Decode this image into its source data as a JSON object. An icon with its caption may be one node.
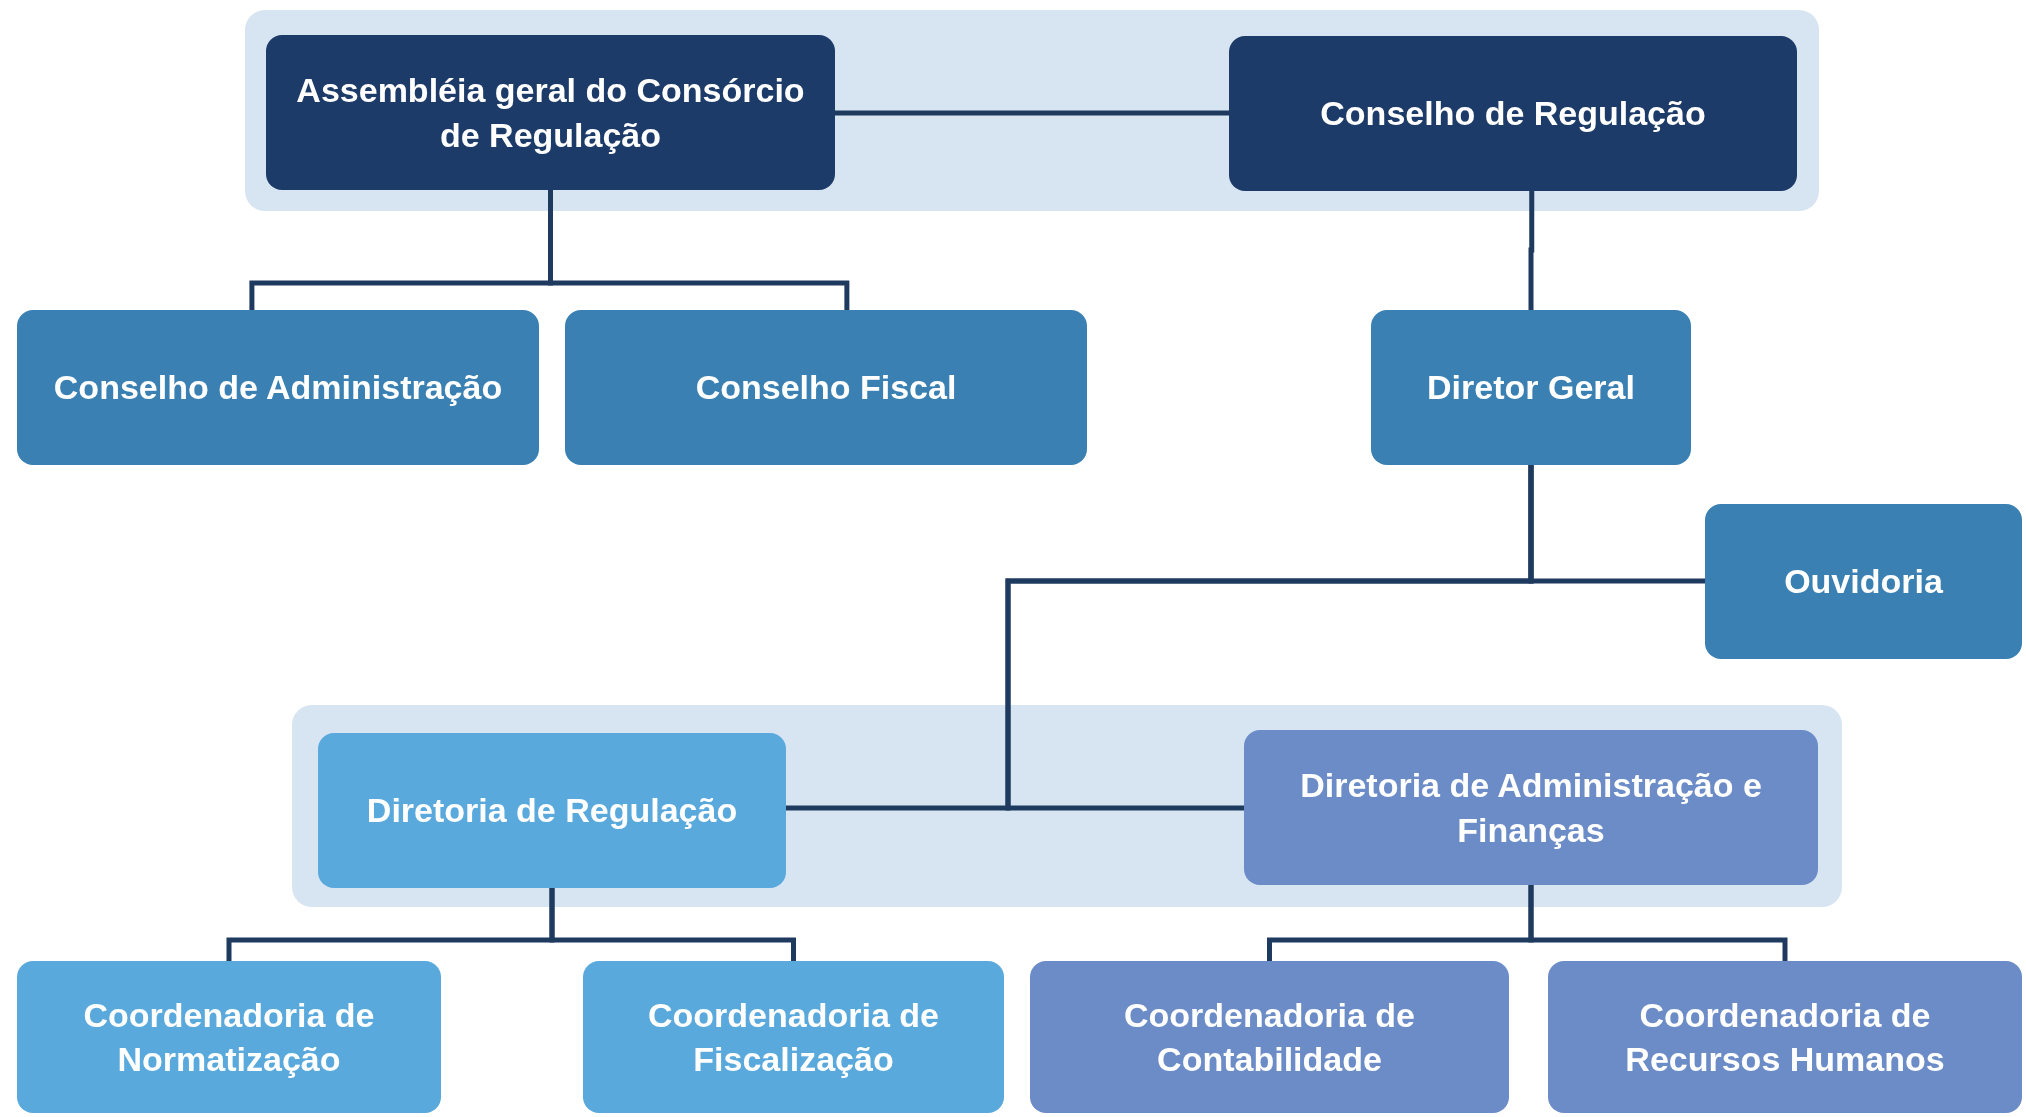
{
  "diagram": {
    "nodes": [
      {
        "text": [],
        "shape": "box"
      },
      {
        "text": [
          "Assembléia geral do Consórcio de Regulação"
        ],
        "in": 0
      },
      {
        "text": [
          "Conselho de Regulação"
        ],
        "in": 0
      },
      {
        "text": [
          "Conselho de Administração"
        ]
      },
      {
        "text": [
          "Conselho Fiscal"
        ]
      },
      {
        "text": [
          "Diretor Geral"
        ]
      },
      {
        "text": [
          "Ouvidoria"
        ]
      },
      {
        "text": [],
        "shape": "box"
      },
      {
        "text": [
          "Diretoria de Regulação"
        ],
        "in": 7
      },
      {
        "text": [
          "Diretoria de Administração e Finanças"
        ],
        "in": 7
      },
      {
        "text": [
          "Coordenadoria de Normatização"
        ]
      },
      {
        "text": [
          "Coordenadoria de Fiscalização"
        ]
      },
      {
        "text": [
          "Coordenadoria de Contabilidade"
        ]
      },
      {
        "text": [
          "Coordenadoria de Recursos Humanos"
        ]
      }
    ],
    "edges": [
      {
        "from": 1,
        "to": 2,
        "arrow": "none"
      },
      {
        "from": 1,
        "to": 3,
        "arrow": "none"
      },
      {
        "from": 1,
        "to": 4,
        "arrow": "none"
      },
      {
        "from": 2,
        "to": 5,
        "arrow": "none"
      },
      {
        "from": 5,
        "to": 6,
        "arrow": "none"
      },
      {
        "from": 5,
        "to": 8,
        "arrow": "none"
      },
      {
        "from": 5,
        "to": 9,
        "arrow": "none"
      },
      {
        "from": 8,
        "to": 10,
        "arrow": "none"
      },
      {
        "from": 8,
        "to": 11,
        "arrow": "none"
      },
      {
        "from": 9,
        "to": 12,
        "arrow": "none"
      },
      {
        "from": 9,
        "to": 13,
        "arrow": "none"
      }
    ]
  }
}
